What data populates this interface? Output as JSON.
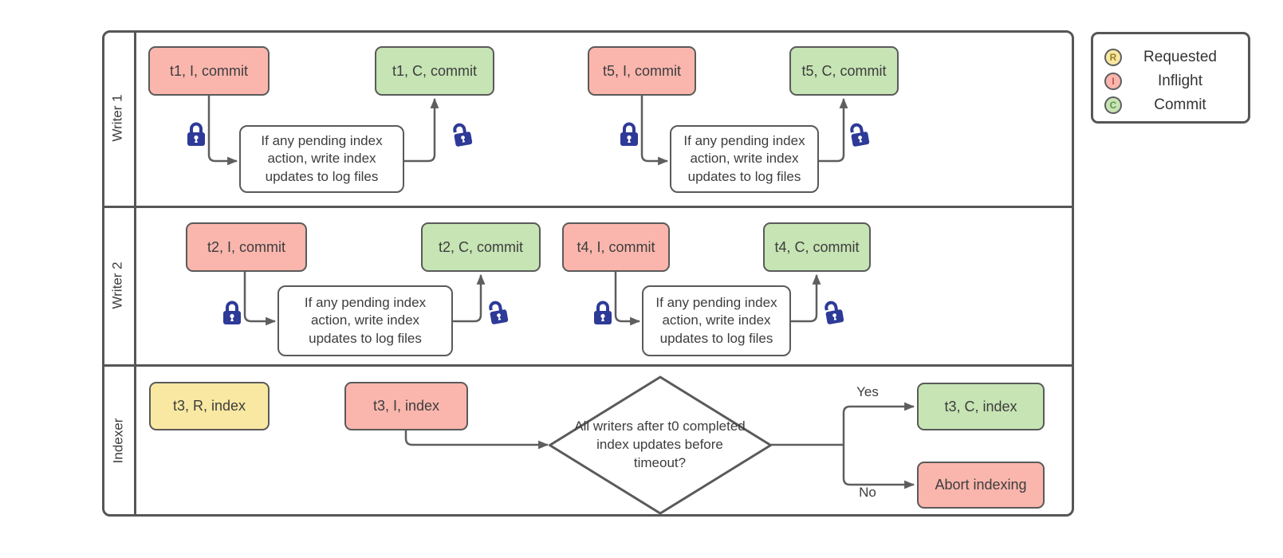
{
  "diagram": {
    "type": "swimlane-flowchart",
    "colors": {
      "inflight_red": "#fab6ad",
      "commit_green": "#c6e4b4",
      "requested_yellow": "#f9e8a2",
      "border_gray": "#5a5a5a",
      "lock_navy": "#2e3a97"
    }
  },
  "lanes": [
    {
      "label": "Writer 1"
    },
    {
      "label": "Writer 2"
    },
    {
      "label": "Indexer"
    }
  ],
  "nodes": {
    "w1a_start": "t1, I, commit",
    "w1a_end": "t1, C, commit",
    "w1b_start": "t5, I, commit",
    "w1b_end": "t5, C, commit",
    "w2a_start": "t2, I, commit",
    "w2a_end": "t2, C, commit",
    "w2b_start": "t4, I, commit",
    "w2b_end": "t4, C, commit",
    "process": "If any pending index action, write index updates to log files",
    "idx_requested": "t3, R, index",
    "idx_inflight": "t3, I, index",
    "decision": "All writers after t0 completed index updates before timeout?",
    "idx_commit": "t3, C, index",
    "idx_abort": "Abort indexing"
  },
  "edge_labels": {
    "yes": "Yes",
    "no": "No"
  },
  "legend": {
    "items": [
      {
        "letter": "R",
        "label": "Requested"
      },
      {
        "letter": "I",
        "label": "Inflight"
      },
      {
        "letter": "C",
        "label": "Commit"
      }
    ]
  }
}
